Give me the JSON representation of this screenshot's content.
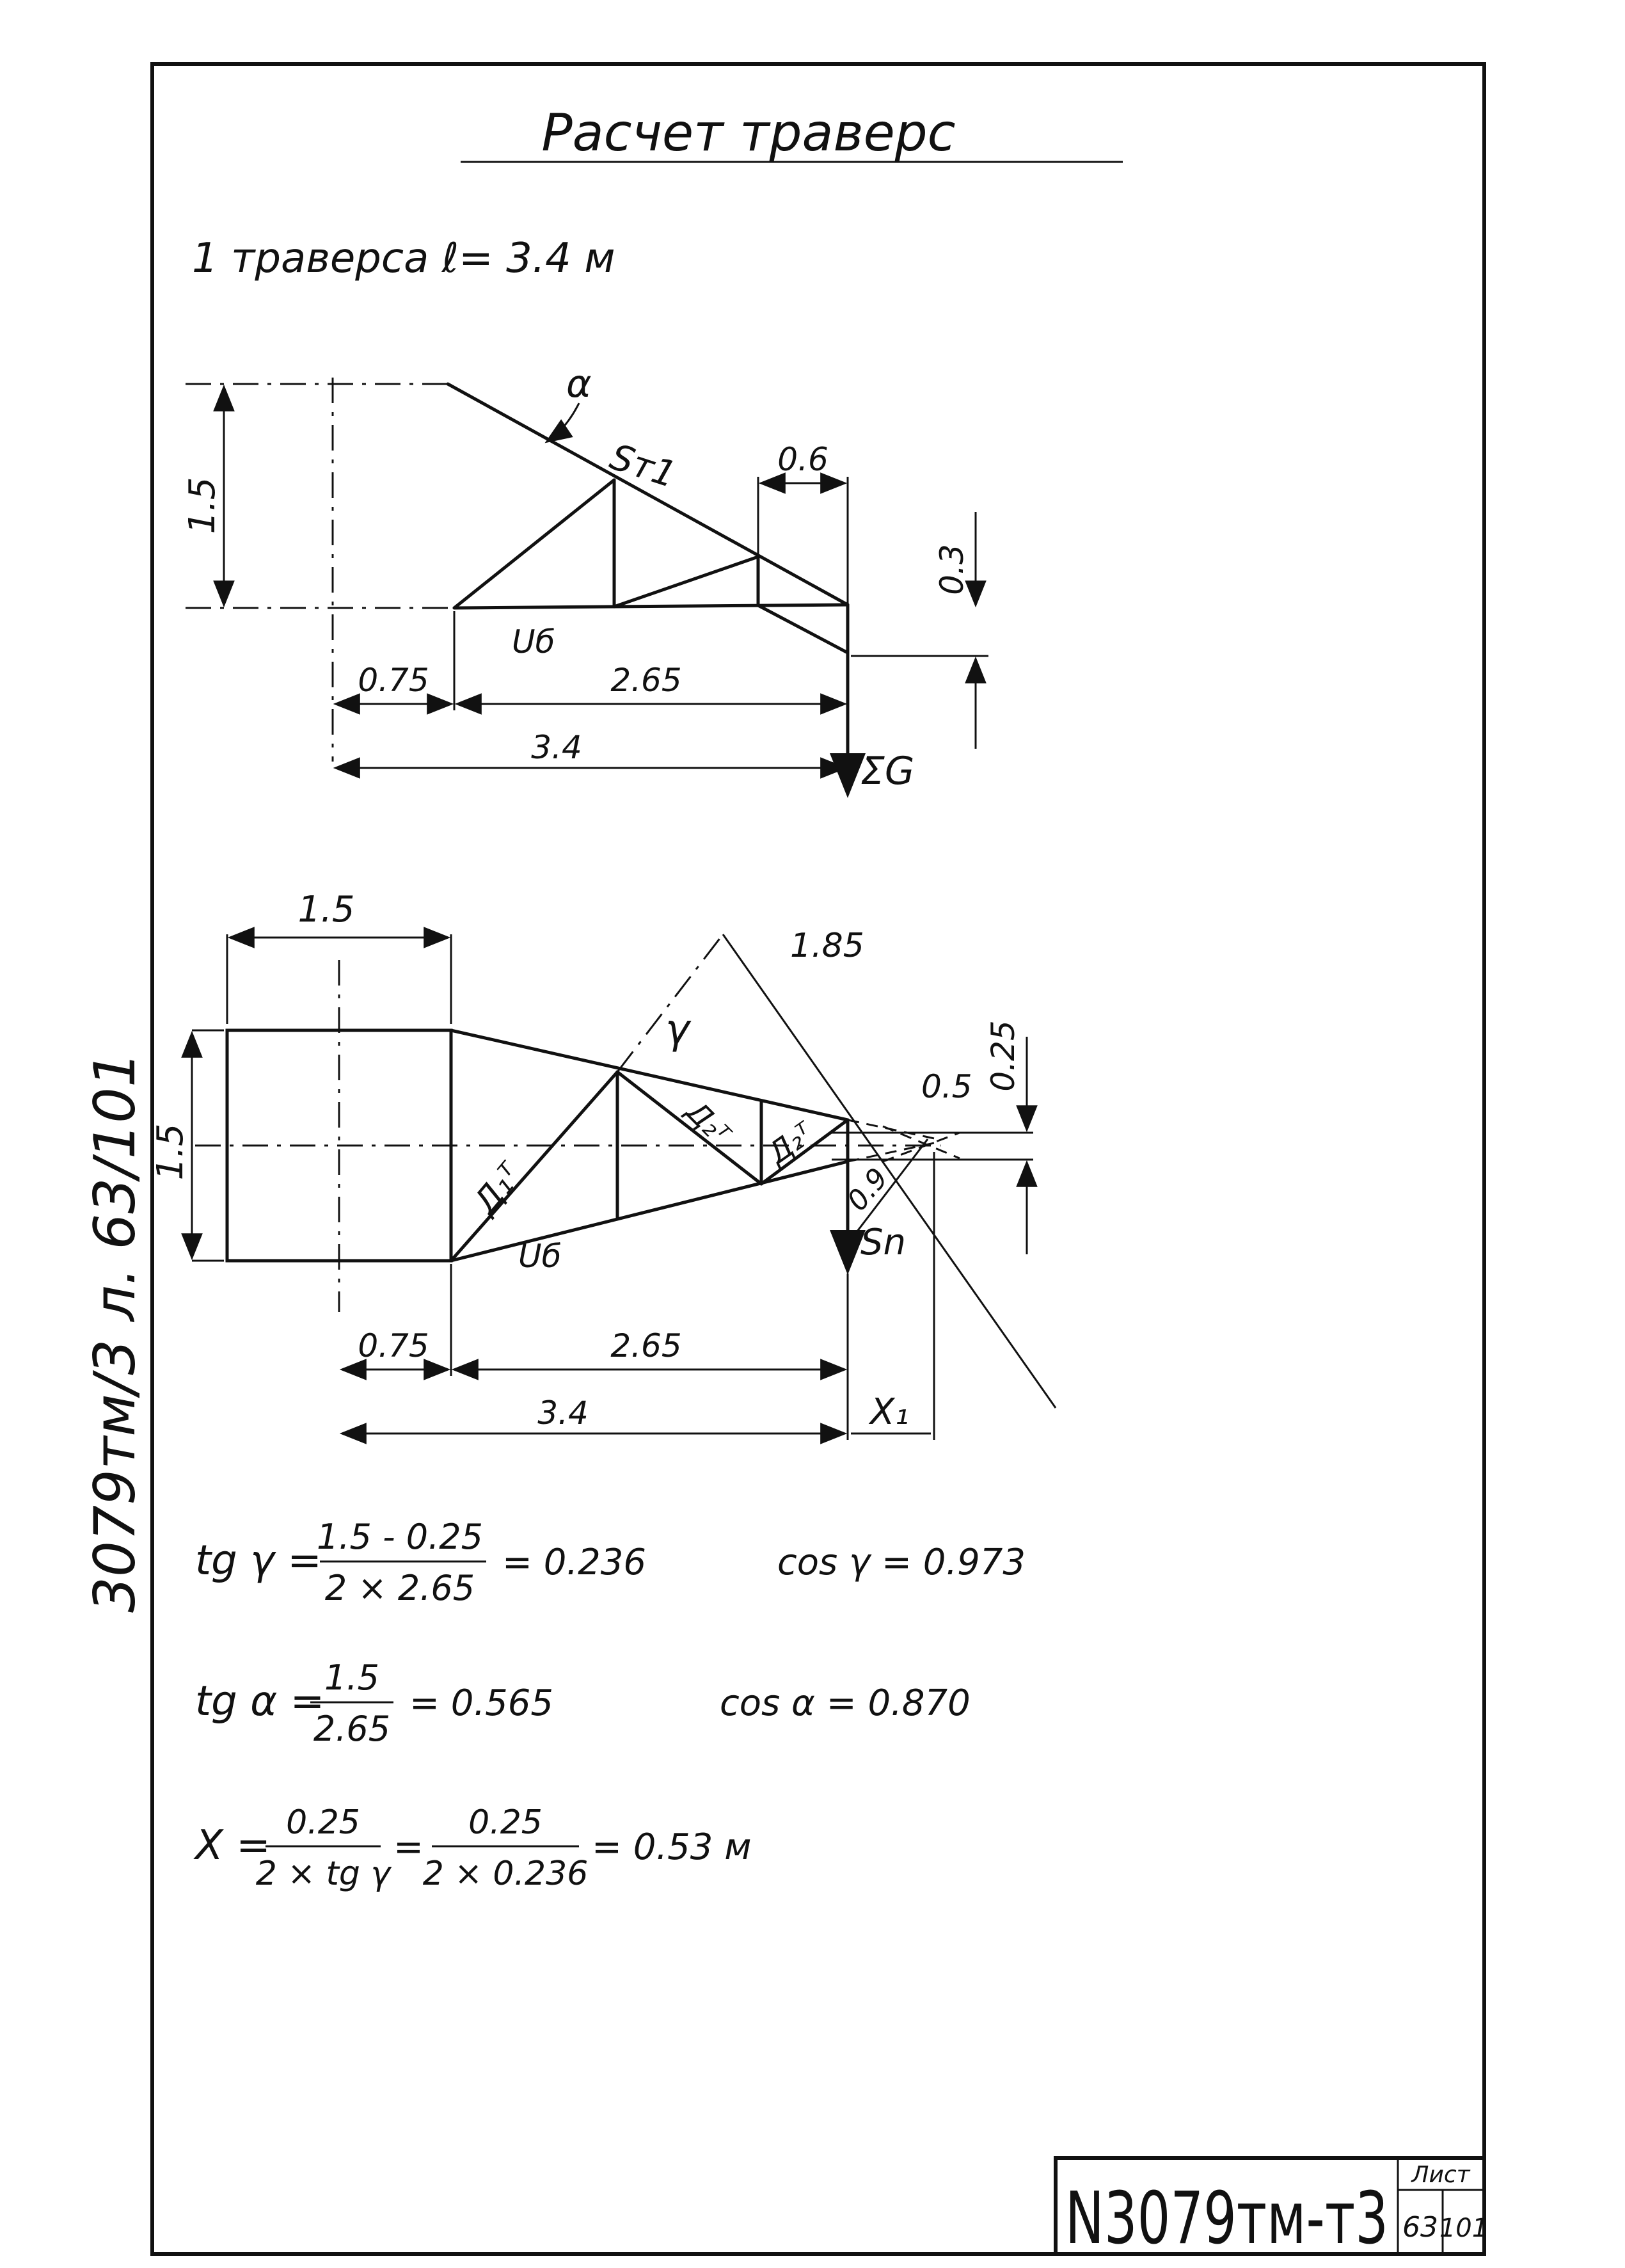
{
  "sheet": {
    "title": "Расчет траверс",
    "subtitle": "1 траверса ℓ= 3.4 м",
    "side_code": "3079тм/3   л. 63/101"
  },
  "diagram1": {
    "dim_height": "1.5",
    "angle": "α",
    "label_st1": "Sт1",
    "dim_top": "0.6",
    "dim_right": "0.3",
    "label_ub": "Uб",
    "dim_a": "0.75",
    "dim_b": "2.65",
    "dim_total": "3.4",
    "label_sum_g": "ΣG"
  },
  "diagram2": {
    "dim_top_width": "1.5",
    "dim_diag": "1.85",
    "angle": "γ",
    "dim_right": "0.25",
    "dim_half": "0.5",
    "dim_height": "1.5",
    "label_d1": "Д₁ᵀ",
    "label_d2a": "Д₂ᵀ",
    "label_d2b": "Д₂ᵀ",
    "dim_small": "0.9",
    "label_sn": "Sn",
    "label_ub": "Uб",
    "dim_a": "0.75",
    "dim_b": "2.65",
    "dim_total": "3.4",
    "label_x1": "X₁"
  },
  "formulas": {
    "f1_lhs": "tg γ =",
    "f1_num": "1.5 - 0.25",
    "f1_den": "2 × 2.65",
    "f1_res": "= 0.236",
    "f1_cos": "cos γ = 0.973",
    "f2_lhs": "tg α =",
    "f2_num": "1.5",
    "f2_den": "2.65",
    "f2_res": "= 0.565",
    "f2_cos": "cos α = 0.870",
    "f3_lhs": "X =",
    "f3_num1": "0.25",
    "f3_den1": "2 × tg γ",
    "f3_eq": "=",
    "f3_num2": "0.25",
    "f3_den2": "2 × 0.236",
    "f3_res": "= 0.53 м"
  },
  "stamp": {
    "doc_number": "N3079тм-т3",
    "sheet_label": "Лист",
    "sheet_no": "63",
    "sheet_total": "101"
  }
}
